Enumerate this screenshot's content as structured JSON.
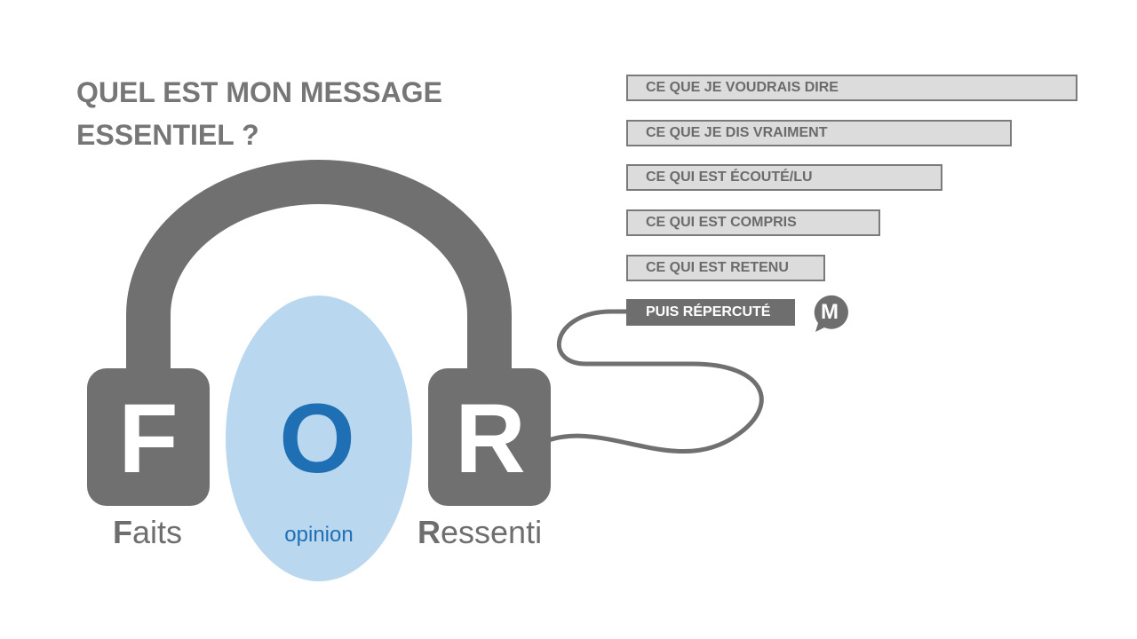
{
  "title": {
    "line1": "QUEL EST MON MESSAGE",
    "line2": "ESSENTIEL ?"
  },
  "steps": [
    "CE QUE JE VOUDRAIS DIRE",
    "CE QUE JE DIS VRAIMENT",
    "CE QUI EST ÉCOUTÉ/LU",
    "CE QUI EST COMPRIS",
    "CE QUI EST RETENU",
    "PUIS RÉPERCUTÉ"
  ],
  "logo": {
    "letter": "M"
  },
  "headphones": {
    "left_letter": "F",
    "center_letter": "O",
    "right_letter": "R"
  },
  "captions": {
    "faits_initial": "F",
    "faits_rest": "aits",
    "opinion": "opinion",
    "ressenti_initial": "R",
    "ressenti_rest": "essenti"
  },
  "colors": {
    "headphone_gray": "#707070",
    "bar_fill": "#dcdcdc",
    "bar_border": "#7a7a7a",
    "opinion_ellipse": "#b9d7ee",
    "opinion_blue": "#1f6fb5"
  }
}
